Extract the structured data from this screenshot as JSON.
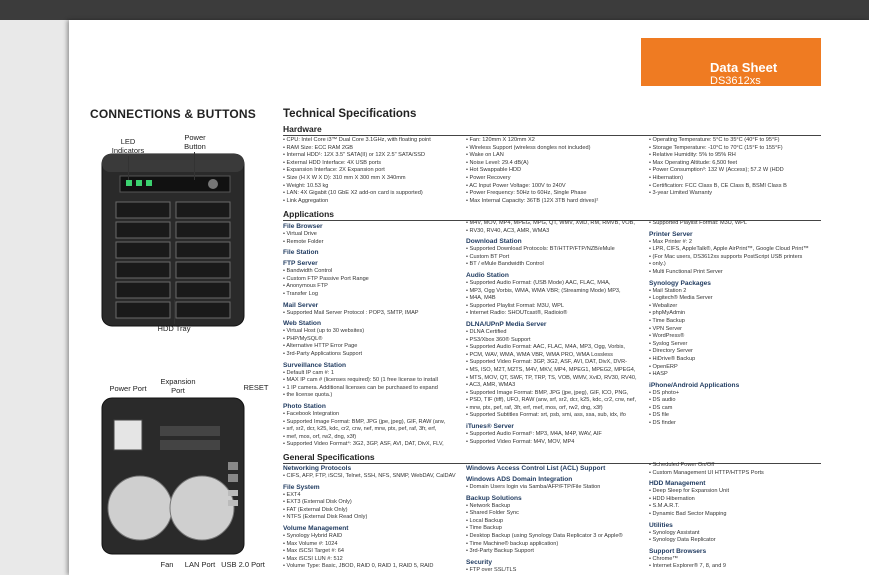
{
  "header": {
    "title": "Data Sheet",
    "model": "DS3612xs"
  },
  "left": {
    "title": "CONNECTIONS & BUTTONS",
    "front_labels": {
      "led": "LED\nIndicators",
      "power": "Power\nButton",
      "hdd": "HDD Tray"
    },
    "back_labels": {
      "power_port": "Power Port",
      "expansion": "Expansion\nPort",
      "reset": "RESET",
      "fan": "Fan",
      "lan": "LAN Port",
      "usb": "USB 2.0 Port"
    }
  },
  "tech": {
    "title": "Technical Specifications",
    "hardware": "Hardware",
    "applications": "Applications",
    "general": "General Specifications"
  },
  "hw": {
    "c1": [
      "CPU: Intel Core i3™ Dual Core 3.1GHz, with floating point",
      "RAM Size: ECC RAM 2GB",
      "Internal HDD¹: 12X 3.5\" SATA(II) or 12X 2.5\" SATA/SSD",
      "External HDD Interface: 4X USB ports",
      "Expansion Interface: 2X Expansion port",
      "Size (H X W X D): 310 mm X 300 mm X 340mm",
      "Weight: 10.53 kg",
      "LAN: 4X Gigabit (10 GbE X2 add-on card is supported)",
      "Link Aggregation"
    ],
    "c2": [
      "Fan: 120mm X 120mm X2",
      "Wireless Support (wireless dongles not included)",
      "Wake on LAN",
      "Noise Level: 29.4 dB(A)",
      "Hot Swappable HDD",
      "Power Recovery",
      "AC Input Power Voltage: 100V to 240V",
      "Power Frequency: 50Hz to 60Hz, Single Phase",
      "Max Internal Capacity: 36TB (12X 3TB hard drives)²"
    ],
    "c3": [
      "Operating Temperature: 5°C to 35°C (40°F to 95°F)",
      "Storage Temperature: -10°C to 70°C (15°F to 155°F)",
      "Relative Humidity: 5% to 95% RH",
      "Max Operating Altitude: 6,500 feet",
      "Power Consumption³: 132 W (Access); 57.2 W (HDD",
      "Hibernation)",
      "Certification: FCC Class B, CE Class B, BSMI Class B",
      "3-year Limited Warranty"
    ]
  },
  "apps": {
    "c1": [
      {
        "h": "File Browser",
        "items": [
          "Virtual Drive",
          "Remote Folder"
        ]
      },
      {
        "h": "File Station",
        "items": []
      },
      {
        "h": "FTP Server",
        "items": [
          "Bandwidth Control",
          "Custom FTP Passive Port Range",
          "Anonymous FTP",
          "Transfer Log"
        ]
      },
      {
        "h": "Mail Server",
        "items": [
          "Supported Mail Server Protocol : POP3, SMTP, IMAP"
        ]
      },
      {
        "h": "Web Station",
        "items": [
          "Virtual Host (up to 30 websites)",
          "PHP/MySQL®",
          "Alternative HTTP Error Page",
          "3rd-Party Applications Support"
        ]
      },
      {
        "h": "Surveillance Station",
        "items": [
          "Default IP cam #: 1",
          "MAX IP cam # (licenses required): 50 (1 free license to install",
          "1 IP camera. Additional licenses can be purchased to expand",
          "the license quota.)"
        ]
      },
      {
        "h": "Photo Station",
        "items": [
          "Facebook Integration",
          "Supported Image Format: BMP, JPG (jpe, jpeg), GIF, RAW (arw,",
          "srf, sr2, dcr, k25, kdc, cr2, crw, nef, mrw, ptx, pef, raf, 3fr, erf,",
          "mef, mos, orf, rw2, dng, x3f)",
          "Supported Video Format⁴: 3G2, 3GP, ASF, AVI, DAT, DivX, FLV,"
        ]
      }
    ],
    "c2": [
      {
        "h": "",
        "items": [
          "M4V, MOV, MP4, MPEG, MPG, QT, WMV, XviD, RM, RMVB, VOB,",
          "RV30, RV40, AC3, AMR, WMA3"
        ]
      },
      {
        "h": "Download Station",
        "items": [
          "Supported Download Protocols: BT/HTTP/FTP/NZB/eMule",
          "Custom BT Port",
          "BT / eMule Bandwidth Control"
        ]
      },
      {
        "h": "Audio Station",
        "items": [
          "Supported Audio Format: (USB Mode) AAC, FLAC, M4A,",
          "MP3, Ogg Vorbis, WMA, WMA VBR; (Streaming Mode) MP3,",
          "M4A, M4B",
          "Supported Playlist Format: M3U, WPL",
          "Internet Radio: SHOUTcast®, Radioio®"
        ]
      },
      {
        "h": "DLNA/UPnP Media Server",
        "items": [
          "DLNA Certified",
          "PS3/Xbox 360® Support",
          "Supported Audio Format: AAC, FLAC, M4A, MP3, Ogg, Vorbis,",
          "PCM, WAV, WMA, WMA VBR, WMA PRO, WMA Lossless",
          "Supported Video Format: 3GP, 3G2, ASF, AVI, DAT, DivX, DVR-",
          "MS, ISO, M2T, M2TS, M4V, MKV, MP4, MPEG1, MPEG2, MPEG4,",
          "MTS, MOV, QT, SWF, TP, TRP, TS, VOB, WMV, XviD, RV30, RV40,",
          "AC3, AMR, WMA3",
          "Supported Image Format: BMP, JPG (jpe, jpeg), GIF, ICO, PNG,",
          "PSD, TIF (tiff), UFO, RAW (arw, srf, sr2, dcr, k25, kdc, cr2, crw, nef,",
          "mrw, ptx, pef, raf, 3fr, erf, mef, mos, orf, rw2, dng, x3f)",
          "Supported Subtitles Format: srt, psb, smi, ass, ssa, sub, idx, ifo"
        ]
      },
      {
        "h": "iTunes® Server",
        "items": [
          "Supported Audio Format⁵: MP3, M4A, M4P, WAV, AIF",
          "Supported Video Format: M4V, MOV, MP4"
        ]
      }
    ],
    "c3": [
      {
        "h": "",
        "items": [
          "Supported Playlist Format: M3U, WPL"
        ]
      },
      {
        "h": "Printer Server",
        "items": [
          "Max Printer #: 2",
          "LPR, CIFS, AppleTalk®, Apple AirPrint™, Google Cloud Print™",
          "(For Mac users, DS3612xs supports PostScript USB printers",
          "only.)",
          "Multi Functional Print Server"
        ]
      },
      {
        "h": "Synology Packages",
        "items": [
          "Mail Station 2",
          "Logitech® Media Server",
          "Webalizer",
          "phpMyAdmin",
          "Time Backup",
          "VPN Server",
          "WordPress®",
          "Syslog Server",
          "Directory Server",
          "HiDrive® Backup",
          "OpenERP",
          "HASP"
        ]
      },
      {
        "h": "iPhone/Android Applications",
        "items": [
          "DS photo+",
          "DS audio",
          "DS cam",
          "DS file",
          "DS finder"
        ]
      }
    ]
  },
  "gen": {
    "c1": [
      {
        "h": "Networking Protocols",
        "items": [
          "CIFS, AFP, FTP, iSCSI, Telnet, SSH, NFS, SNMP, WebDAV, CalDAV"
        ]
      },
      {
        "h": "File System",
        "items": [
          "EXT4",
          "EXT3 (External Disk Only)",
          "FAT (External Disk Only)",
          "NTFS (External Disk Read Only)"
        ]
      },
      {
        "h": "Volume Management",
        "items": [
          "Synology Hybrid RAID",
          "Max Volume #: 1024",
          "Max iSCSI Target #: 64",
          "Max iSCSI LUN #: 512",
          "Volume Type: Basic, JBOD, RAID 0, RAID 1, RAID 5, RAID"
        ]
      }
    ],
    "c2": [
      {
        "h": "Windows Access Control List (ACL) Support",
        "items": []
      },
      {
        "h": "Windows ADS Domain Integration",
        "items": [
          "Domain Users login via Samba/AFP/FTP/File Station"
        ]
      },
      {
        "h": "Backup Solutions",
        "items": [
          "Network Backup",
          "Shared Folder Sync",
          "Local Backup",
          "Time Backup",
          "Desktop Backup (using Synology Data Replicator 3 or Apple®",
          "Time Machine® backup application)",
          "3rd-Party Backup Support"
        ]
      },
      {
        "h": "Security",
        "items": [
          "FTP over SSL/TLS"
        ]
      }
    ],
    "c3": [
      {
        "h": "",
        "items": [
          "Scheduled Power On/Off",
          "Custom Management UI HTTP/HTTPS Ports"
        ]
      },
      {
        "h": "HDD Management",
        "items": [
          "Deep Sleep for Expansion Unit",
          "HDD Hibernation",
          "S.M.A.R.T.",
          "Dynamic Bad Sector Mapping"
        ]
      },
      {
        "h": "Utilities",
        "items": [
          "Synology Assistant",
          "Synology Data Replicator"
        ]
      },
      {
        "h": "Support Browsers",
        "items": [
          "Chrome™",
          "Internet Explorer® 7, 8, and 9"
        ]
      }
    ]
  }
}
